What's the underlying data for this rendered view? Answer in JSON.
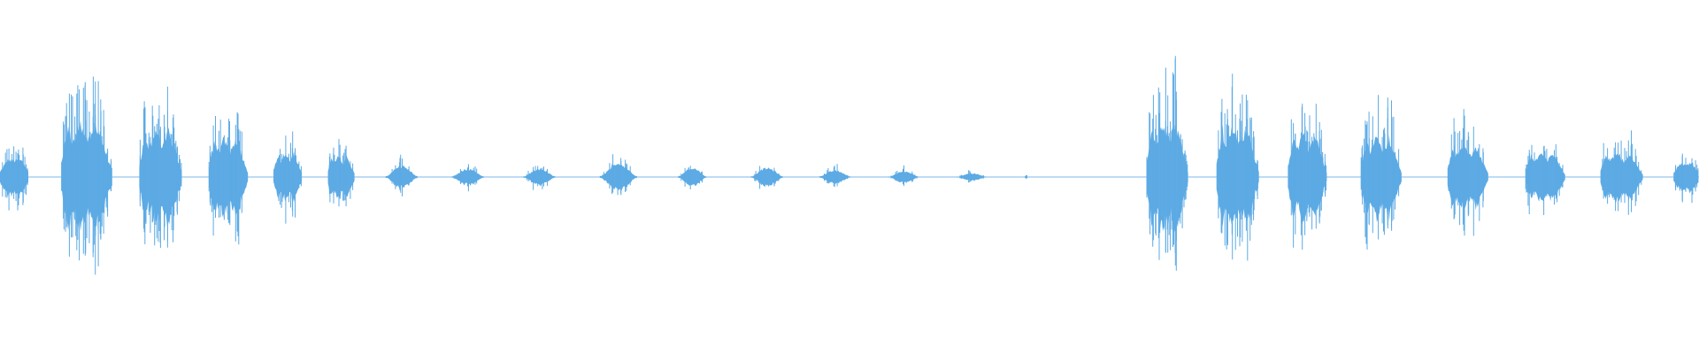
{
  "waveform": {
    "color": "#5DAAE4",
    "background": "#FFFFFF",
    "silence_level": 0.01,
    "segments": [
      {
        "start": 0.0,
        "end": 0.017,
        "peak": 0.19,
        "shape": "plateau",
        "density": 0.45
      },
      {
        "start": 0.036,
        "end": 0.066,
        "peak": 0.6,
        "shape": "burst",
        "density": 0.85
      },
      {
        "start": 0.082,
        "end": 0.107,
        "peak": 0.52,
        "shape": "burst",
        "density": 0.85
      },
      {
        "start": 0.123,
        "end": 0.146,
        "peak": 0.43,
        "shape": "burst",
        "density": 0.7
      },
      {
        "start": 0.161,
        "end": 0.178,
        "peak": 0.27,
        "shape": "burst",
        "density": 0.55
      },
      {
        "start": 0.193,
        "end": 0.209,
        "peak": 0.23,
        "shape": "burst",
        "density": 0.5
      },
      {
        "start": 0.227,
        "end": 0.246,
        "peak": 0.12,
        "shape": "hump",
        "density": 0.35
      },
      {
        "start": 0.266,
        "end": 0.285,
        "peak": 0.09,
        "shape": "hump",
        "density": 0.3
      },
      {
        "start": 0.308,
        "end": 0.327,
        "peak": 0.09,
        "shape": "hump",
        "density": 0.3
      },
      {
        "start": 0.353,
        "end": 0.375,
        "peak": 0.14,
        "shape": "hump",
        "density": 0.35
      },
      {
        "start": 0.399,
        "end": 0.416,
        "peak": 0.1,
        "shape": "hump",
        "density": 0.3
      },
      {
        "start": 0.442,
        "end": 0.461,
        "peak": 0.1,
        "shape": "hump",
        "density": 0.3
      },
      {
        "start": 0.482,
        "end": 0.501,
        "peak": 0.07,
        "shape": "hump",
        "density": 0.3
      },
      {
        "start": 0.523,
        "end": 0.541,
        "peak": 0.06,
        "shape": "hump",
        "density": 0.3
      },
      {
        "start": 0.563,
        "end": 0.581,
        "peak": 0.04,
        "shape": "hump",
        "density": 0.25
      },
      {
        "start": 0.603,
        "end": 0.605,
        "peak": 0.02,
        "shape": "hump",
        "density": 0.2
      },
      {
        "start": 0.675,
        "end": 0.699,
        "peak": 0.62,
        "shape": "burst",
        "density": 0.9
      },
      {
        "start": 0.716,
        "end": 0.741,
        "peak": 0.55,
        "shape": "burst",
        "density": 0.8
      },
      {
        "start": 0.758,
        "end": 0.781,
        "peak": 0.46,
        "shape": "burst",
        "density": 0.7
      },
      {
        "start": 0.801,
        "end": 0.825,
        "peak": 0.44,
        "shape": "burst",
        "density": 0.6
      },
      {
        "start": 0.852,
        "end": 0.876,
        "peak": 0.36,
        "shape": "burst",
        "density": 0.5
      },
      {
        "start": 0.898,
        "end": 0.921,
        "peak": 0.27,
        "shape": "burst",
        "density": 0.5
      },
      {
        "start": 0.942,
        "end": 0.967,
        "peak": 0.27,
        "shape": "burst",
        "density": 0.45
      },
      {
        "start": 0.985,
        "end": 1.0,
        "peak": 0.15,
        "shape": "plateau",
        "density": 0.45
      }
    ]
  }
}
